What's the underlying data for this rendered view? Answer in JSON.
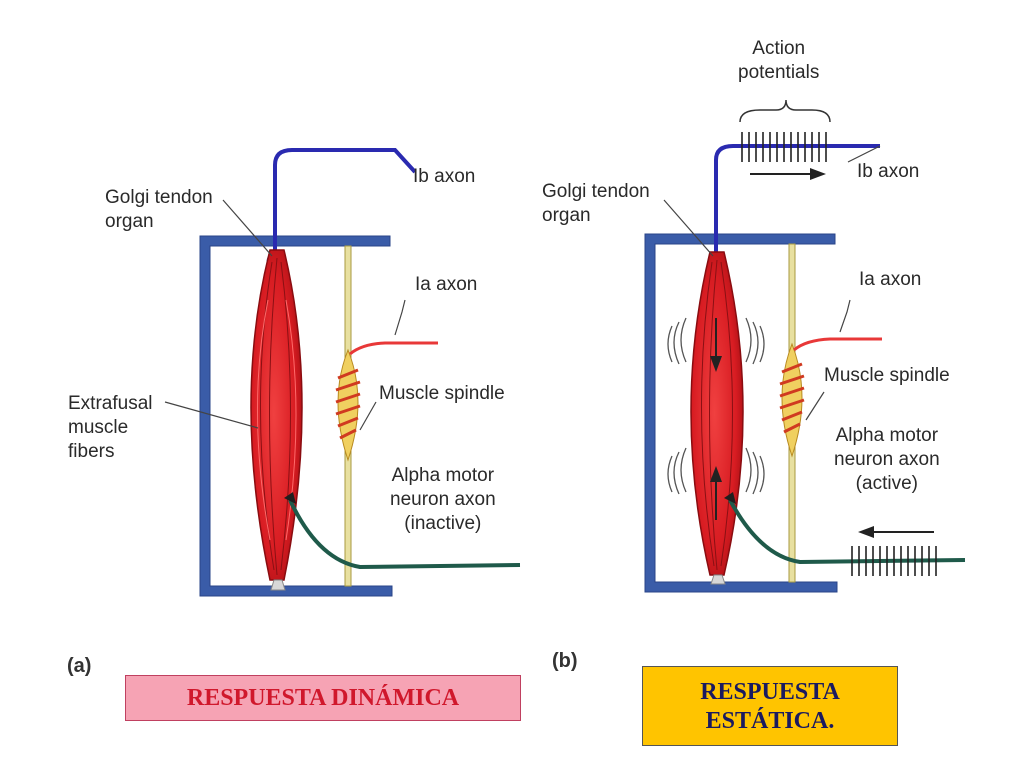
{
  "panel_a": {
    "letter": "(a)",
    "labels": {
      "golgi": "Golgi tendon\norgan",
      "ib_axon": "Ib axon",
      "ia_axon": "Ia axon",
      "extrafusal": "Extrafusal\nmuscle\nfibers",
      "spindle": "Muscle spindle",
      "alpha": "Alpha motor\nneuron axon\n(inactive)"
    },
    "caption": "RESPUESTA DINÁMICA"
  },
  "panel_b": {
    "letter": "(b)",
    "labels": {
      "action": "Action\npotentials",
      "golgi": "Golgi tendon\norgan",
      "ib_axon": "Ib axon",
      "ia_axon": "Ia axon",
      "spindle": "Muscle spindle",
      "alpha": "Alpha motor\nneuron axon\n(active)"
    },
    "caption": "RESPUESTA\nESTÁTICA."
  },
  "colors": {
    "frame": "#3a5ca8",
    "muscle": "#e0242a",
    "ib_axon": "#2a2ab0",
    "ia_axon": "#e83838",
    "motor_axon": "#1f5a4a",
    "spindle": "#e8c040"
  }
}
